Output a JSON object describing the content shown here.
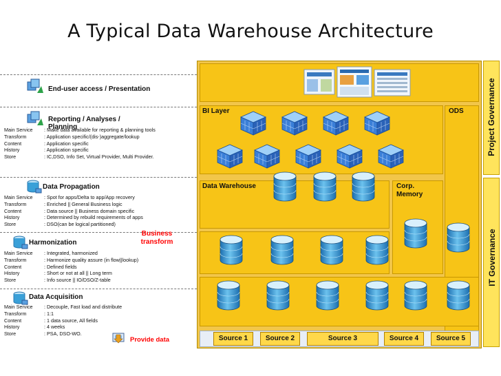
{
  "title": "A Typical Data Warehouse Architecture",
  "layers": [
    {
      "title": "End-user access / Presentation"
    },
    {
      "title": "Reporting /  Analyses /\nPlanning",
      "rows": [
        {
          "k": "Main Service",
          "v": ": Make data available for reporting & planning tools"
        },
        {
          "k": "Transform",
          "v": ": Application specific/(dis-)aggregate/lookup"
        },
        {
          "k": "Content",
          "v": ": Application specific"
        },
        {
          "k": "History",
          "v": ": Application specific"
        },
        {
          "k": "Store",
          "v": ": IC,DSO, Info Set, Virtual Provider, Multi Provider."
        }
      ]
    },
    {
      "title": "Data Propagation",
      "rows": [
        {
          "k": "Main Service",
          "v": ": Spot for apps/Delta to app/App recovery"
        },
        {
          "k": "Transform",
          "v": ": Enriched || General Business logic"
        },
        {
          "k": "Content",
          "v": ": Data source || Business domain specific"
        },
        {
          "k": "History",
          "v": ": Determined by rebuild requirements of apps"
        },
        {
          "k": "Store",
          "v": ": DSO(can be logical partitioned)"
        }
      ]
    },
    {
      "title": "Harmonization",
      "rows": [
        {
          "k": "Main Service",
          "v": ": Integrated, harmonized"
        },
        {
          "k": "Transform",
          "v": ": Harmonize quality assure (in flow||lookup)"
        },
        {
          "k": "Content",
          "v": ": Defined fields"
        },
        {
          "k": "History",
          "v": ": Short or not at all || Long term"
        },
        {
          "k": "Store",
          "v": ": Info source || IO/DSO/Z-table"
        }
      ]
    },
    {
      "title": "Data Acquisition",
      "rows": [
        {
          "k": "Main Service",
          "v": ": Decouple, Fast load and distribute"
        },
        {
          "k": "Transform",
          "v": ": 1:1"
        },
        {
          "k": "Content",
          "v": ": 1 data source, All fields"
        },
        {
          "k": "History",
          "v": ": 4 weeks"
        },
        {
          "k": "Store",
          "v": ": PSA, DSO-WO."
        }
      ]
    }
  ],
  "annotations": {
    "business_transform": "Business\ntransform",
    "provide_data": "Provide data"
  },
  "panels": {
    "bi_layer": "BI Layer",
    "ods": "ODS",
    "data_warehouse": "Data Warehouse",
    "corp_memory": "Corp.\nMemory"
  },
  "governance": {
    "project": "Project Governance",
    "it": "IT Governance"
  },
  "sources": [
    "Source 1",
    "Source 2",
    "Source 3",
    "Source 4",
    "Source 5"
  ],
  "colors": {
    "band": "#f7c417",
    "band_border": "#c89700",
    "governance": "#ffe45c",
    "annotation": "#ff0000",
    "cylinder": "#3aa0d8",
    "cube": "#4a8fe0"
  }
}
